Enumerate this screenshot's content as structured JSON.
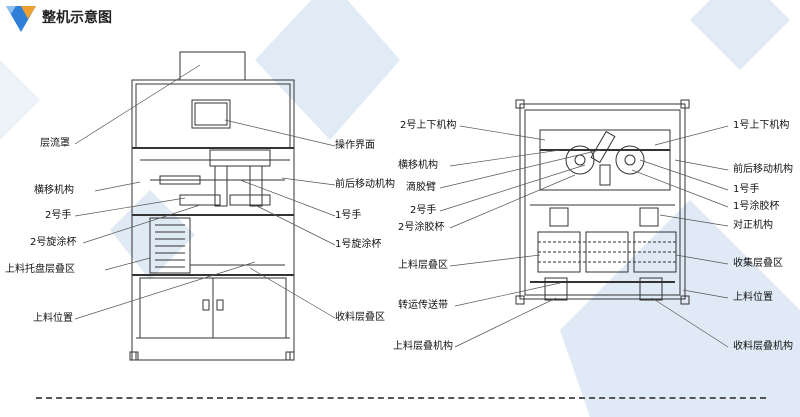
{
  "title": "整机示意图",
  "colors": {
    "accent_blue": "#2f7fd8",
    "accent_orange": "#f0a030",
    "deco_blue": "#cfe0f2"
  },
  "left_labels": {
    "layer_hood": "层流罩",
    "traverse_mechanism": "横移机构",
    "hand_2": "2号手",
    "spin_cup_2": "2号旋涂杯",
    "loading_tray_stack": "上料托盘层叠区",
    "loading_position": "上料位置",
    "operation_interface": "操作界面",
    "front_rear_move": "前后移动机构",
    "hand_1": "1号手",
    "spin_cup_1": "1号旋涂杯",
    "collect_stack": "收料层叠区"
  },
  "right_labels": {
    "updown_2": "2号上下机构",
    "traverse_mechanism": "横移机构",
    "dispense_arm": "滴胶臂",
    "hand_2": "2号手",
    "coat_cup_2": "2号涂胶杯",
    "loading_stack": "上料层叠区",
    "transfer_belt": "转运传送带",
    "loading_stack_mech": "上料层叠机构",
    "updown_1": "1号上下机构",
    "front_rear_move": "前后移动机构",
    "hand_1": "1号手",
    "coat_cup_1": "1号涂胶杯",
    "align_mech": "对正机构",
    "collect_stack": "收集层叠区",
    "loading_position": "上料位置",
    "collect_stack_mech": "收料层叠机构"
  }
}
